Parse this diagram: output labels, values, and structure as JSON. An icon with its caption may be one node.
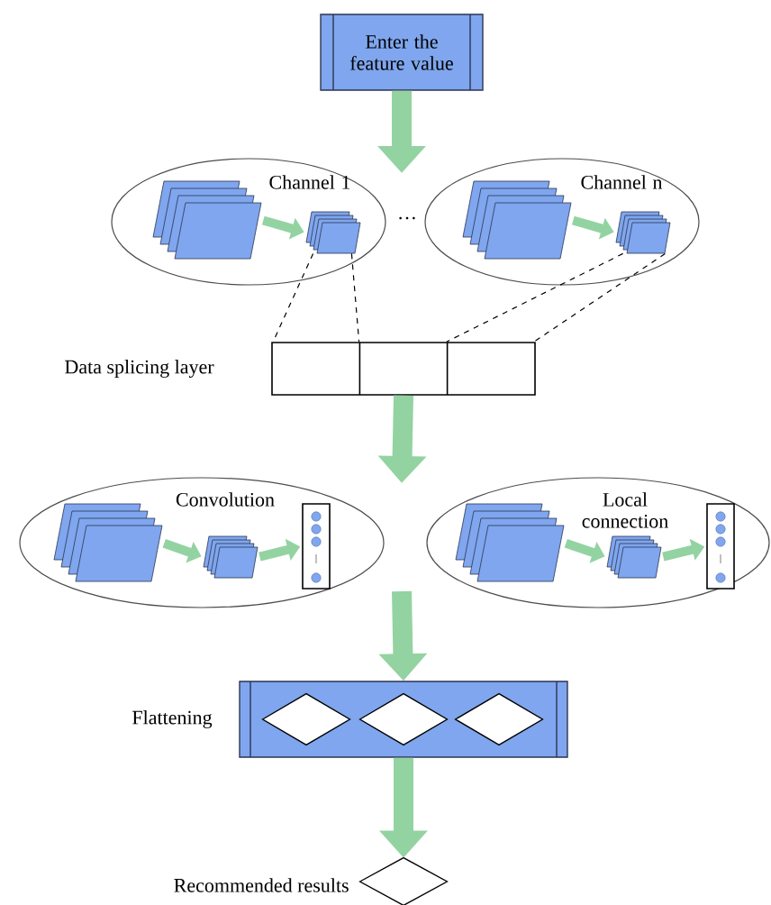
{
  "diagram": {
    "nodes": [
      {
        "text": [
          "Enter the feature value"
        ]
      },
      {
        "text": [
          "Channel 1"
        ]
      },
      {
        "text": [],
        "shape": "box",
        "in": 1
      },
      {
        "text": [],
        "shape": "box",
        "in": 1
      },
      {
        "text": [
          "Channel n"
        ]
      },
      {
        "text": [],
        "shape": "box",
        "in": 4
      },
      {
        "text": [],
        "shape": "box",
        "in": 4
      },
      {
        "text": [
          "Data splicing layer"
        ]
      },
      {
        "text": [
          "Convolution"
        ]
      },
      {
        "text": [],
        "shape": "box",
        "in": 8
      },
      {
        "text": [],
        "shape": "box",
        "in": 8
      },
      {
        "text": [],
        "shape": "bar",
        "in": 8
      },
      {
        "text": [
          "Local connection"
        ]
      },
      {
        "text": [],
        "shape": "box",
        "in": 12
      },
      {
        "text": [],
        "shape": "box",
        "in": 12
      },
      {
        "text": [],
        "shape": "bar",
        "in": 12
      },
      {
        "text": [
          "Flattening"
        ]
      },
      {
        "text": [],
        "shape": "diamond",
        "in": 16
      },
      {
        "text": [],
        "shape": "diamond",
        "in": 16
      },
      {
        "text": [],
        "shape": "diamond",
        "in": 16
      },
      {
        "text": [
          "Recommended results"
        ]
      }
    ],
    "edges": [
      {
        "from": 0,
        "to": null,
        "arrow": "to",
        "style": "thick"
      },
      {
        "from": 2,
        "to": 3,
        "arrow": "to"
      },
      {
        "from": 5,
        "to": 6,
        "arrow": "to"
      },
      {
        "from": 3,
        "to": 7,
        "arrow": "none",
        "style": "dashed",
        "color": "#000000"
      },
      {
        "from": 3,
        "to": 7,
        "arrow": "none",
        "style": "dashed",
        "color": "#000000"
      },
      {
        "from": 6,
        "to": 7,
        "arrow": "none",
        "style": "dashed",
        "color": "#000000"
      },
      {
        "from": 6,
        "to": 7,
        "arrow": "none",
        "style": "dashed",
        "color": "#000000"
      },
      {
        "from": 7,
        "to": null,
        "arrow": "to",
        "style": "thick"
      },
      {
        "from": 9,
        "to": 10,
        "arrow": "to"
      },
      {
        "from": 10,
        "to": 11,
        "arrow": "to"
      },
      {
        "from": 13,
        "to": 14,
        "arrow": "to"
      },
      {
        "from": 14,
        "to": 15,
        "arrow": "to"
      },
      {
        "from": null,
        "to": 16,
        "arrow": "to",
        "style": "thick"
      },
      {
        "from": 16,
        "to": 20,
        "arrow": "to",
        "style": "thick"
      }
    ],
    "labels": [
      "…"
    ]
  }
}
